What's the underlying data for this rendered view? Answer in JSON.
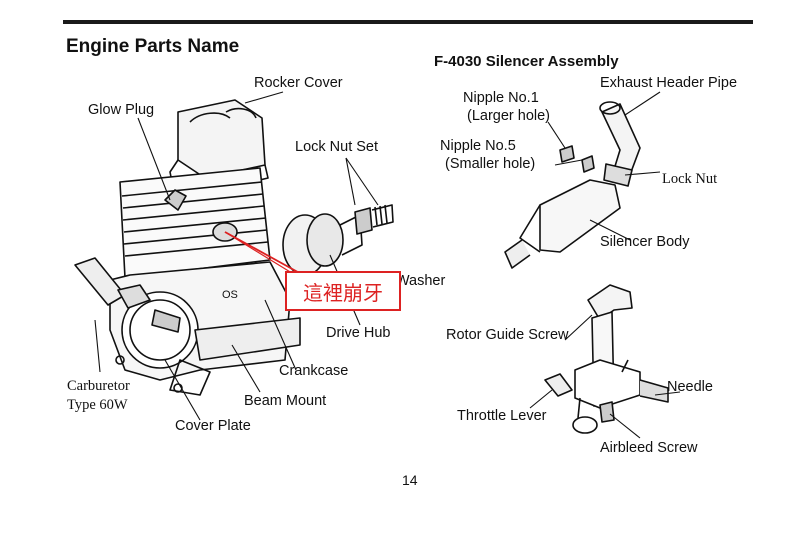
{
  "title": "Engine Parts Name",
  "silencer_title": "F-4030 Silencer Assembly",
  "page_number": "14",
  "callout": "這裡崩牙",
  "engine_labels": {
    "rocker_cover": "Rocker Cover",
    "glow_plug": "Glow Plug",
    "lock_nut_set": "Lock Nut Set",
    "washer_partial": "r Washer",
    "drive_hub": "Drive Hub",
    "crankcase": "Crankcase",
    "beam_mount": "Beam Mount",
    "cover_plate": "Cover Plate",
    "carburetor_line1": "Carburetor",
    "carburetor_line2": "Type 60W"
  },
  "silencer_labels": {
    "nipple1_line1": "Nipple No.1",
    "nipple1_line2": "(Larger hole)",
    "nipple5_line1": "Nipple No.5",
    "nipple5_line2": "(Smaller hole)",
    "exhaust_header_pipe": "Exhaust Header Pipe",
    "lock_nut": "Lock Nut",
    "silencer_body": "Silencer Body"
  },
  "carb_labels": {
    "rotor_guide_screw": "Rotor Guide Screw",
    "needle": "Needle",
    "throttle_lever": "Throttle Lever",
    "airbleed_screw": "Airbleed Screw"
  },
  "colors": {
    "callout": "#dd2222",
    "ink": "#111111"
  }
}
